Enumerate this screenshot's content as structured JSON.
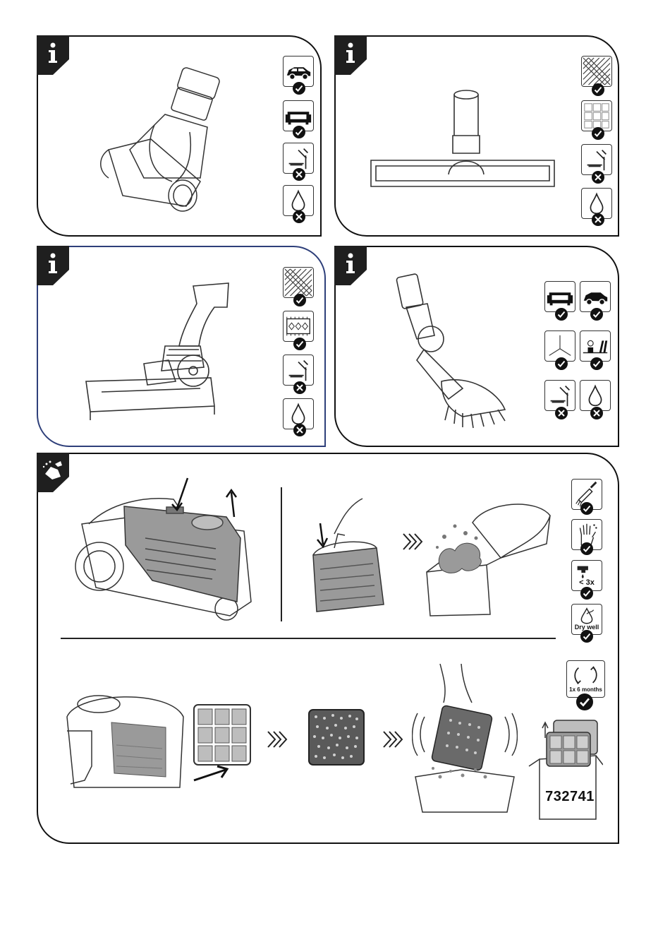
{
  "labels": {
    "rinse_limit": "< 3x",
    "dry_instruction": "Dry well",
    "filter_interval": "1x 6 months",
    "part_number": "732741"
  },
  "colors": {
    "ink": "#111111",
    "panel3_border": "#2e3f7a",
    "badge_fill": "#1f1f1f",
    "shade": "#9a9a9a"
  },
  "icons": {
    "info": "info-icon",
    "cleaning": "cleaning-icon",
    "check": "check-mark-icon",
    "cross": "cross-mark-icon"
  }
}
